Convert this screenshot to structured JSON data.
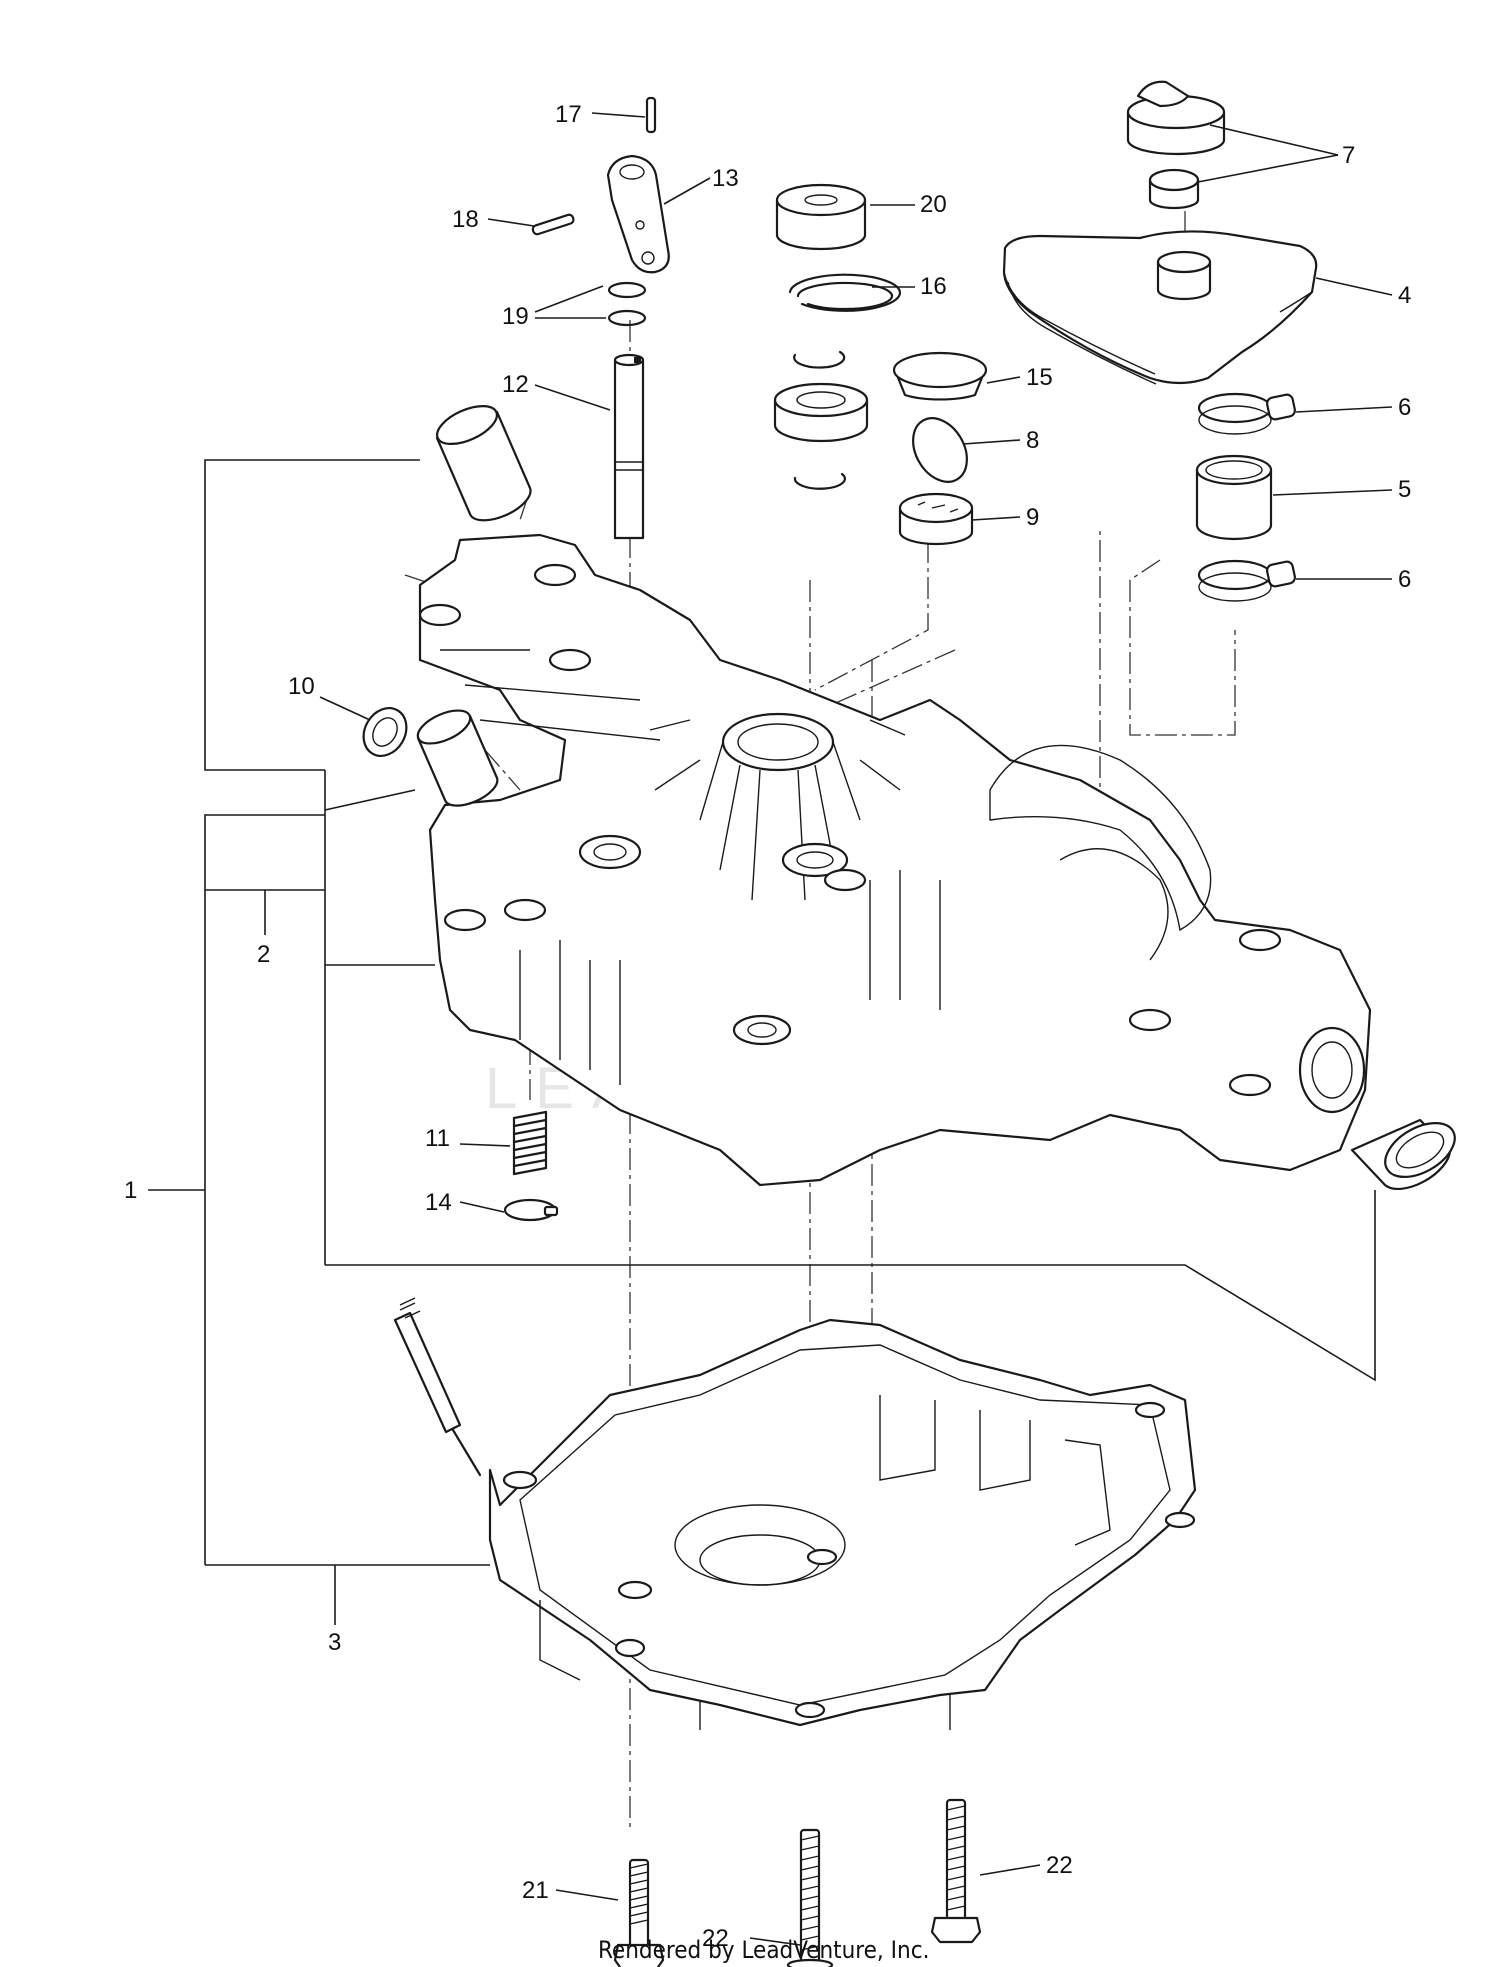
{
  "diagram": {
    "callouts": [
      "1",
      "2",
      "3",
      "4",
      "5",
      "6",
      "6",
      "7",
      "8",
      "9",
      "10",
      "11",
      "12",
      "13",
      "14",
      "15",
      "16",
      "17",
      "18",
      "19",
      "20",
      "21",
      "22",
      "22"
    ],
    "watermark": "LEADVENTURE",
    "footer": "Rendered by LeadVenture, Inc."
  }
}
